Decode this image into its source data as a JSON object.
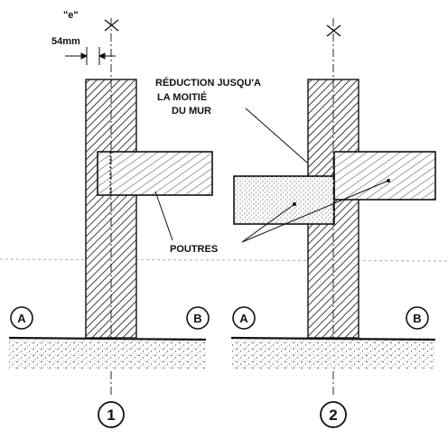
{
  "labels": {
    "e_marker": "\"e\"",
    "e_value": "54mm",
    "reduction_line1": "RÉDUCTION JUSQU'A",
    "reduction_line2": "LA MOITIÉ",
    "reduction_line3": "DU MUR",
    "poutres": "POUTRES",
    "side_a": "A",
    "side_b": "B",
    "case_1": "1",
    "case_2": "2"
  },
  "colors": {
    "ink": "#111111",
    "paper": "#ffffff"
  }
}
